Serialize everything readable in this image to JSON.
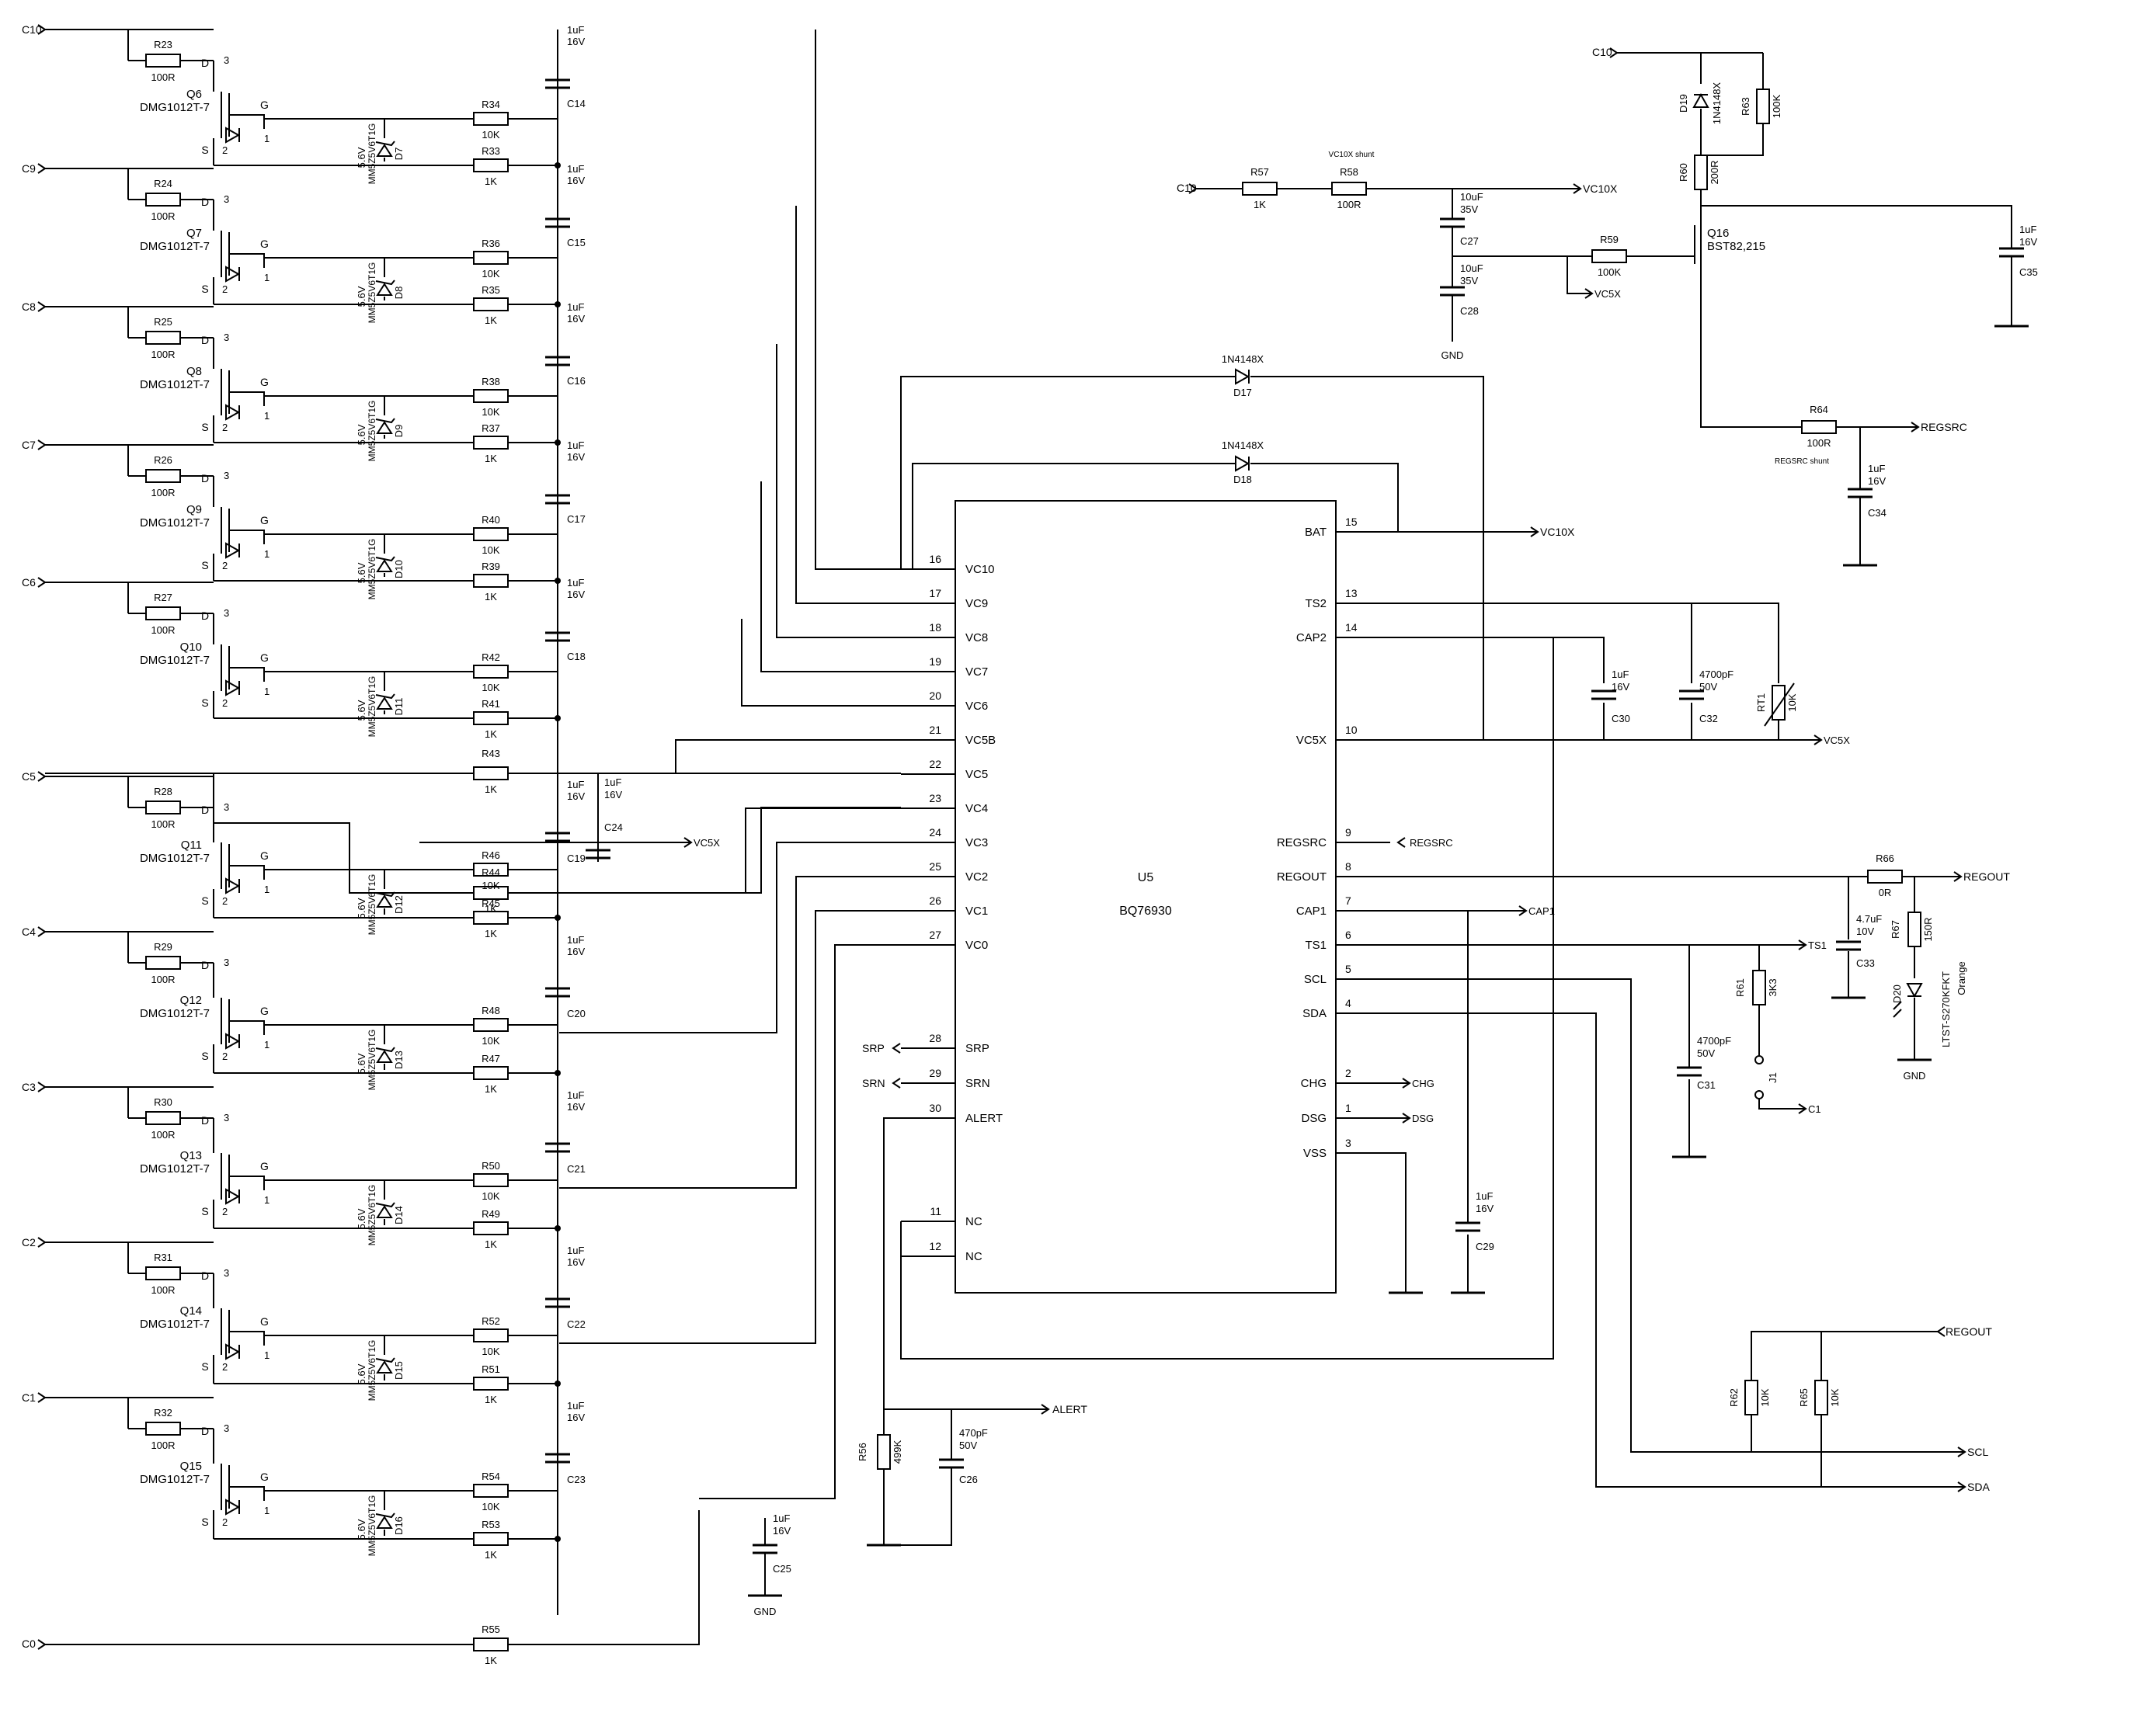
{
  "ic": {
    "ref": "U5",
    "part": "BQ76930",
    "left_pins": [
      {
        "num": "16",
        "name": "VC10"
      },
      {
        "num": "17",
        "name": "VC9"
      },
      {
        "num": "18",
        "name": "VC8"
      },
      {
        "num": "19",
        "name": "VC7"
      },
      {
        "num": "20",
        "name": "VC6"
      },
      {
        "num": "21",
        "name": "VC5B"
      },
      {
        "num": "22",
        "name": "VC5"
      },
      {
        "num": "23",
        "name": "VC4"
      },
      {
        "num": "24",
        "name": "VC3"
      },
      {
        "num": "25",
        "name": "VC2"
      },
      {
        "num": "26",
        "name": "VC1"
      },
      {
        "num": "27",
        "name": "VC0"
      },
      {
        "num": "28",
        "name": "SRP"
      },
      {
        "num": "29",
        "name": "SRN"
      },
      {
        "num": "30",
        "name": "ALERT"
      },
      {
        "num": "11",
        "name": "NC"
      },
      {
        "num": "12",
        "name": "NC"
      }
    ],
    "right_pins": [
      {
        "num": "15",
        "name": "BAT"
      },
      {
        "num": "13",
        "name": "TS2"
      },
      {
        "num": "14",
        "name": "CAP2"
      },
      {
        "num": "10",
        "name": "VC5X"
      },
      {
        "num": "9",
        "name": "REGSRC"
      },
      {
        "num": "8",
        "name": "REGOUT"
      },
      {
        "num": "7",
        "name": "CAP1"
      },
      {
        "num": "6",
        "name": "TS1"
      },
      {
        "num": "5",
        "name": "SCL"
      },
      {
        "num": "4",
        "name": "SDA"
      },
      {
        "num": "2",
        "name": "CHG"
      },
      {
        "num": "1",
        "name": "DSG"
      },
      {
        "num": "3",
        "name": "VSS"
      }
    ]
  },
  "cells": [
    {
      "net": "C10",
      "r_gate": "R23",
      "r_gate_val": "100R",
      "fet": "Q6",
      "fet_part": "DMG1012T-7",
      "zener": "D7",
      "zener_part": "MM5Z5V6T1G",
      "zener_v": "5.6V",
      "r_bal": "R34",
      "r_bal_val": "10K",
      "r_in": "R33",
      "r_in_val": "1K",
      "cap": "C14",
      "cap_val": "1uF",
      "cap_v": "16V"
    },
    {
      "net": "C9",
      "r_gate": "R24",
      "r_gate_val": "100R",
      "fet": "Q7",
      "fet_part": "DMG1012T-7",
      "zener": "D8",
      "zener_part": "MM5Z5V6T1G",
      "zener_v": "5.6V",
      "r_bal": "R36",
      "r_bal_val": "10K",
      "r_in": "R35",
      "r_in_val": "1K",
      "cap": "C15",
      "cap_val": "1uF",
      "cap_v": "16V"
    },
    {
      "net": "C8",
      "r_gate": "R25",
      "r_gate_val": "100R",
      "fet": "Q8",
      "fet_part": "DMG1012T-7",
      "zener": "D9",
      "zener_part": "MM5Z5V6T1G",
      "zener_v": "5.6V",
      "r_bal": "R38",
      "r_bal_val": "10K",
      "r_in": "R37",
      "r_in_val": "1K",
      "cap": "C16",
      "cap_val": "1uF",
      "cap_v": "16V"
    },
    {
      "net": "C7",
      "r_gate": "R26",
      "r_gate_val": "100R",
      "fet": "Q9",
      "fet_part": "DMG1012T-7",
      "zener": "D10",
      "zener_part": "MM5Z5V6T1G",
      "zener_v": "5.6V",
      "r_bal": "R40",
      "r_bal_val": "10K",
      "r_in": "R39",
      "r_in_val": "1K",
      "cap": "C17",
      "cap_val": "1uF",
      "cap_v": "16V"
    },
    {
      "net": "C6",
      "r_gate": "R27",
      "r_gate_val": "100R",
      "fet": "Q10",
      "fet_part": "DMG1012T-7",
      "zener": "D11",
      "zener_part": "MM5Z5V6T1G",
      "zener_v": "5.6V",
      "r_bal": "R42",
      "r_bal_val": "10K",
      "r_in": "R41",
      "r_in_val": "1K",
      "cap": "C18",
      "cap_val": "1uF",
      "cap_v": "16V"
    },
    {
      "net": "C5",
      "r_gate": "R28",
      "r_gate_val": "100R",
      "fet": "Q11",
      "fet_part": "DMG1012T-7",
      "zener": "D12",
      "zener_part": "MM5Z5V6T1G",
      "zener_v": "5.6V",
      "r_bal": "R46",
      "r_bal_val": "10K",
      "r_in": "R45",
      "r_in_val": "1K",
      "cap": "C19",
      "cap_val": "1uF",
      "cap_v": "16V"
    },
    {
      "net": "C4",
      "r_gate": "R29",
      "r_gate_val": "100R",
      "fet": "Q12",
      "fet_part": "DMG1012T-7",
      "zener": "D13",
      "zener_part": "MM5Z5V6T1G",
      "zener_v": "5.6V",
      "r_bal": "R48",
      "r_bal_val": "10K",
      "r_in": "R47",
      "r_in_val": "1K",
      "cap": "C20",
      "cap_val": "1uF",
      "cap_v": "16V"
    },
    {
      "net": "C3",
      "r_gate": "R30",
      "r_gate_val": "100R",
      "fet": "Q13",
      "fet_part": "DMG1012T-7",
      "zener": "D14",
      "zener_part": "MM5Z5V6T1G",
      "zener_v": "5.6V",
      "r_bal": "R50",
      "r_bal_val": "10K",
      "r_in": "R49",
      "r_in_val": "1K",
      "cap": "C21",
      "cap_val": "1uF",
      "cap_v": "16V"
    },
    {
      "net": "C2",
      "r_gate": "R31",
      "r_gate_val": "100R",
      "fet": "Q14",
      "fet_part": "DMG1012T-7",
      "zener": "D15",
      "zener_part": "MM5Z5V6T1G",
      "zener_v": "5.6V",
      "r_bal": "R52",
      "r_bal_val": "10K",
      "r_in": "R51",
      "r_in_val": "1K",
      "cap": "C22",
      "cap_val": "1uF",
      "cap_v": "16V"
    },
    {
      "net": "C1",
      "r_gate": "R32",
      "r_gate_val": "100R",
      "fet": "Q15",
      "fet_part": "DMG1012T-7",
      "zener": "D16",
      "zener_part": "MM5Z5V6T1G",
      "zener_v": "5.6V",
      "r_bal": "R54",
      "r_bal_val": "10K",
      "r_in": "R53",
      "r_in_val": "1K",
      "cap": "C23",
      "cap_val": "1uF",
      "cap_v": "16V"
    }
  ],
  "bottom": {
    "net": "C0",
    "r": "R55",
    "r_val": "1K"
  },
  "vc5": {
    "r43": "R43",
    "r43_val": "1K",
    "r44": "R44",
    "r44_val": "1K",
    "c24": "C24",
    "c24_val": "1uF",
    "c24_v": "16V",
    "vc5x": "VC5X"
  },
  "pins": {
    "d": "D",
    "g": "G",
    "s": "S",
    "p1": "1",
    "p2": "2",
    "p3": "3"
  },
  "top": {
    "c10": "C10",
    "r57": "R57",
    "r57_val": "1K",
    "r58": "R58",
    "r58_val": "100R",
    "r58_note": "VC10X shunt",
    "vc10x": "VC10X",
    "c27": "C27",
    "c27_val": "10uF",
    "c27_v": "35V",
    "c28": "C28",
    "c28_val": "10uF",
    "c28_v": "35V",
    "gnd": "GND",
    "r59": "R59",
    "r59_val": "100K",
    "vc5x": "VC5X",
    "d19": "D19",
    "d19_part": "1N4148X",
    "r63": "R63",
    "r63_val": "100K",
    "r60": "R60",
    "r60_val": "200R",
    "q16": "Q16",
    "q16_part": "BST82,215",
    "c35": "C35",
    "c35_val": "1uF",
    "c35_v": "16V",
    "r64": "R64",
    "r64_val": "100R",
    "r64_note": "REGSRC shunt",
    "regsrc": "REGSRC",
    "c34": "C34",
    "c34_val": "1uF",
    "c34_v": "16V",
    "d17": "D17",
    "d17_part": "1N4148X",
    "d18": "D18",
    "d18_part": "1N4148X"
  },
  "right": {
    "c30": "C30",
    "c30_val": "1uF",
    "c30_v": "16V",
    "c32": "C32",
    "c32_val": "4700pF",
    "c32_v": "50V",
    "rt1": "RT1",
    "rt1_val": "10K",
    "vc5x": "VC5X",
    "regsrc": "REGSRC",
    "r66": "R66",
    "r66_val": "0R",
    "regout": "REGOUT",
    "c33": "C33",
    "c33_val": "4.7uF",
    "c33_v": "10V",
    "r67": "R67",
    "r67_val": "150R",
    "d20": "D20",
    "d20_part": "LTST-S270KFKT",
    "d20_color": "Orange",
    "gnd": "GND",
    "cap1": "CAP1",
    "ts1": "TS1",
    "c31": "C31",
    "c31_val": "4700pF",
    "c31_v": "50V",
    "r61": "R61",
    "r61_val": "3K3",
    "j1": "J1",
    "c1": "C1",
    "chg": "CHG",
    "dsg": "DSG",
    "c29": "C29",
    "c29_val": "1uF",
    "c29_v": "16V",
    "regout2": "REGOUT",
    "r62": "R62",
    "r62_val": "10K",
    "r65": "R65",
    "r65_val": "10K",
    "scl": "SCL",
    "sda": "SDA"
  },
  "left_bottom": {
    "srp": "SRP",
    "srn": "SRN",
    "alert": "ALERT",
    "r56": "R56",
    "r56_val": "499K",
    "c26": "C26",
    "c26_val": "470pF",
    "c26_v": "50V",
    "c25": "C25",
    "c25_val": "1uF",
    "c25_v": "16V",
    "gnd": "GND"
  }
}
